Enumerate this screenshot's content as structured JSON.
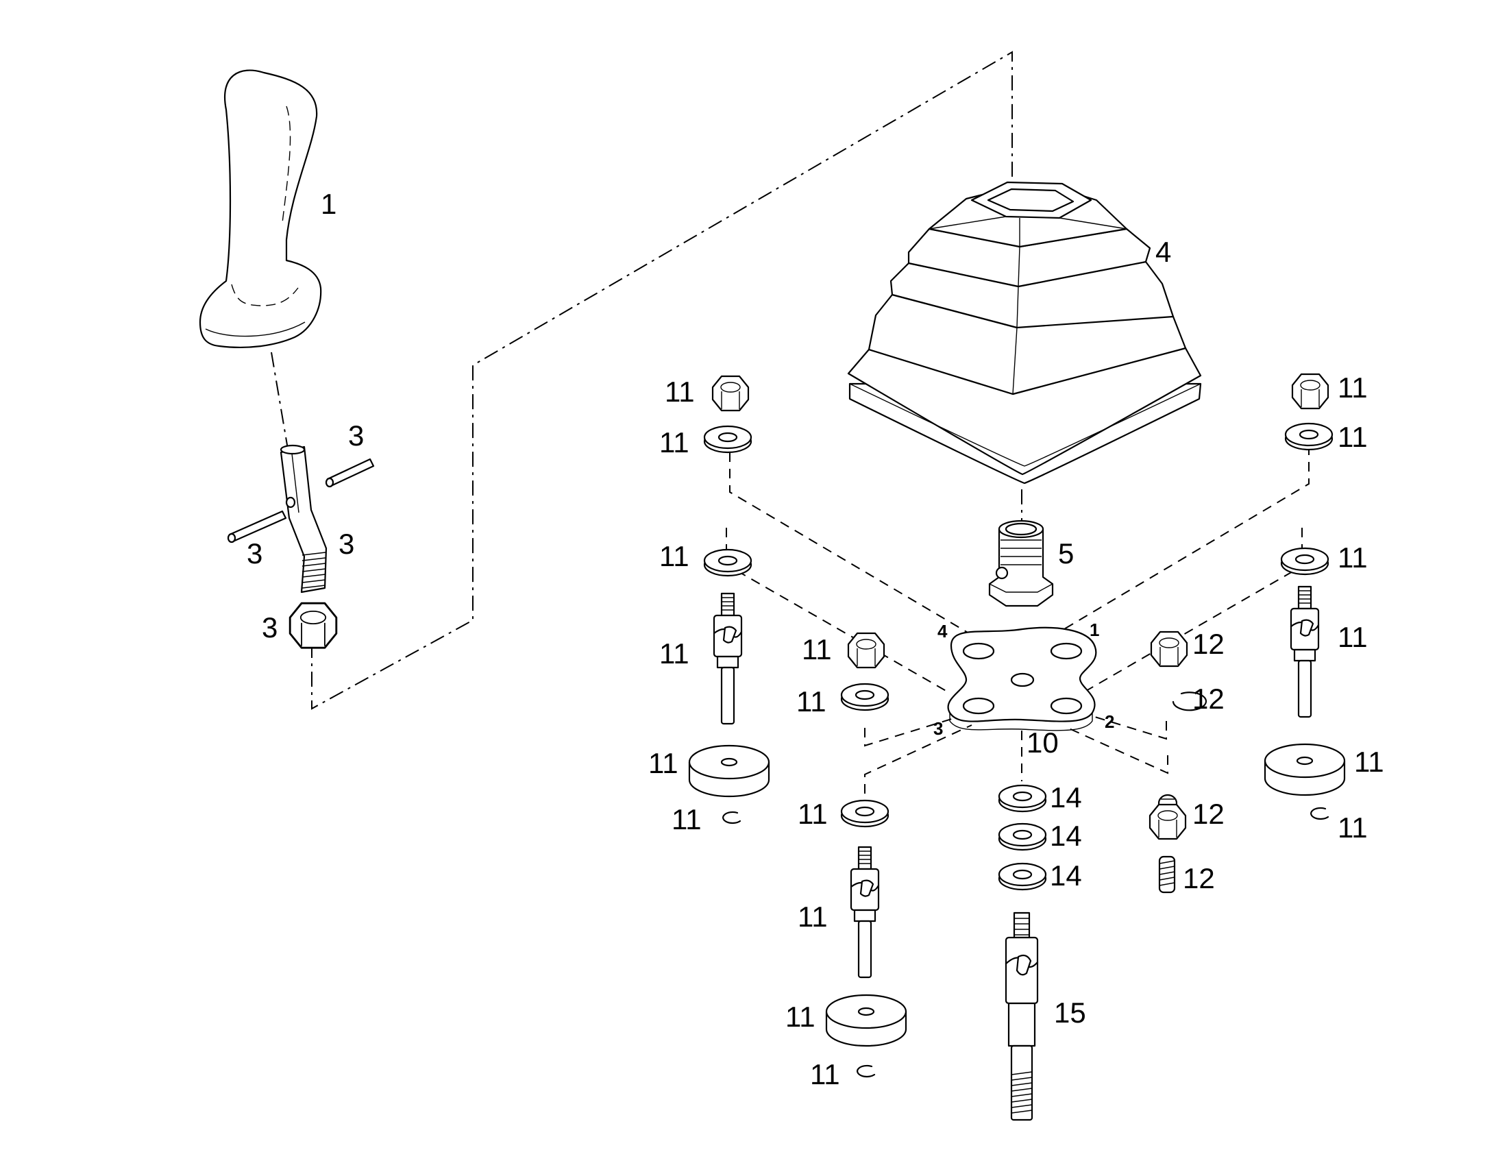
{
  "labels": {
    "handle": "1",
    "pin_a": "3",
    "pin_b": "3",
    "shaft": "3",
    "nut": "3",
    "boot": "4",
    "adapter": "5",
    "plate": "10",
    "nut_tl": "11",
    "washer_tl": "11",
    "nut_tr": "11",
    "washer_tr": "11",
    "washer_l": "11",
    "plunger_l": "11",
    "disc_l": "11",
    "clip_l": "11",
    "washer_r": "11",
    "plunger_r": "11",
    "disc_r": "11",
    "clip_r": "11",
    "nut_c": "11",
    "washer_c": "11",
    "washer_b": "11",
    "plunger_b": "11",
    "disc_b": "11",
    "clip_b": "11",
    "nut_12a": "12",
    "clip_12": "12",
    "nut_12b": "12",
    "spring_12": "12",
    "shim_a": "14",
    "shim_b": "14",
    "shim_c": "14",
    "shaft_15": "15"
  },
  "plate_corners": {
    "c1": "1",
    "c2": "2",
    "c3": "3",
    "c4": "4"
  }
}
